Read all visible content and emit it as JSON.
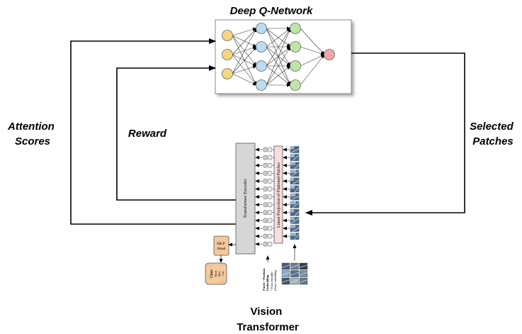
{
  "title": "Deep Q-Network",
  "labels": {
    "attention": [
      "Attention",
      "Scores"
    ],
    "reward": "Reward",
    "selected": [
      "Selected",
      "Patches"
    ],
    "vit": [
      "Vision",
      "Transformer"
    ]
  },
  "vit": {
    "encoder": "Transformer Encoder",
    "projection": "Linear Projection of Flattened Patches",
    "mlp_head": [
      "MLP",
      "Head"
    ],
    "class_box": [
      "Class",
      "Bird",
      "Ball",
      "Car",
      "..."
    ],
    "embedding_legend": [
      "Patch + Position",
      "Embedding",
      "* Extra learnable",
      "[class] embedding"
    ]
  },
  "network": {
    "layers": [
      3,
      4,
      4,
      1
    ],
    "colors": [
      "#f6d77f",
      "#b9dcf1",
      "#bfe5a6",
      "#f4a6a3"
    ]
  },
  "colors": {
    "encoder_fill": "#d6d6d6",
    "projection_fill": "#f9dcdc",
    "mlp_fill": "#f3c89b",
    "token_fill": "#cfcfdb",
    "patch_fill": "#4d6c8f"
  }
}
